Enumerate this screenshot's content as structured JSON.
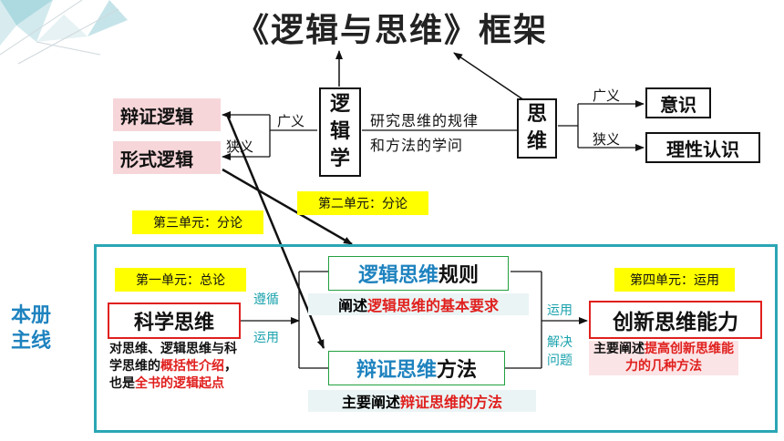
{
  "title": "《逻辑与思维》框架",
  "top": {
    "logic": "逻辑学",
    "thinking": "思维",
    "definition_line1": "研究思维的规律",
    "definition_line2": "和方法的学问",
    "broad_left": "广义",
    "narrow_left": "狭义",
    "broad_right": "广义",
    "narrow_right": "狭义",
    "dialectic_logic": "辩证逻辑",
    "formal_logic": "形式逻辑",
    "consciousness": "意识",
    "rational": "理性认识"
  },
  "units": {
    "unit2": "第二单元：分论",
    "unit3": "第三单元：分论",
    "unit1": "第一单元：总论",
    "unit4": "第四单元：运用"
  },
  "mainline": {
    "label_line1": "本册",
    "label_line2": "主线",
    "sci_thinking": "科学思维",
    "follow": "遵循",
    "apply_left": "运用",
    "rules_part1": "逻辑思维",
    "rules_part2": "规则",
    "rules_desc_part1": "阐述",
    "rules_desc_part2": "逻辑思维的基本要求",
    "method_part1": "辩证思维",
    "method_part2": "方法",
    "method_desc_part1": "主要阐述",
    "method_desc_part2": "辩证思维的方法",
    "apply_right": "运用",
    "solve_line1": "解决",
    "solve_line2": "问题",
    "innovation": "创新思维能力",
    "sci_note_p1": "对思维、逻辑思维与科学思维的",
    "sci_note_p2": "概括性介绍",
    "sci_note_p3": "，也是",
    "sci_note_p4": "全书的逻辑起点",
    "innov_note_p1": "主要阐述",
    "innov_note_p2": "提高创新思维能力的几种方法"
  },
  "colors": {
    "accent_blue": "#1f83bf",
    "accent_red": "#e0201e",
    "frame_teal": "#2aa6b4",
    "highlight_yellow": "#ffff00",
    "highlight_pink": "#f6d6d9"
  }
}
